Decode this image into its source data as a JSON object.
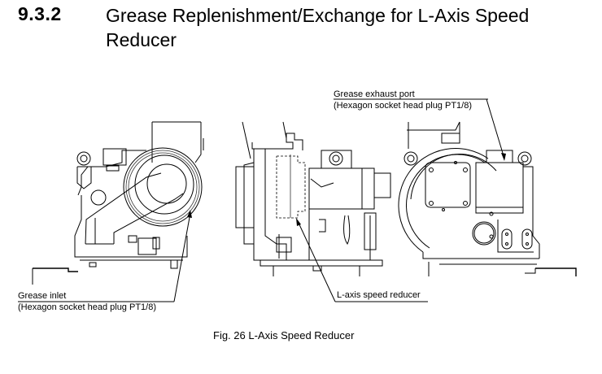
{
  "section": {
    "number": "9.3.2",
    "title_line1": "Grease Replenishment/Exchange for L-Axis Speed",
    "title_line2": "Reducer"
  },
  "figure": {
    "caption": "Fig. 26  L-Axis Speed Reducer",
    "callouts": {
      "exhaust_label": "Grease exhaust port",
      "exhaust_sub": "(Hexagon socket head plug PT1/8)",
      "inlet_label": "Grease inlet",
      "inlet_sub": "(Hexagon socket head plug PT1/8)",
      "reducer_label": "L-axis speed reducer"
    }
  }
}
